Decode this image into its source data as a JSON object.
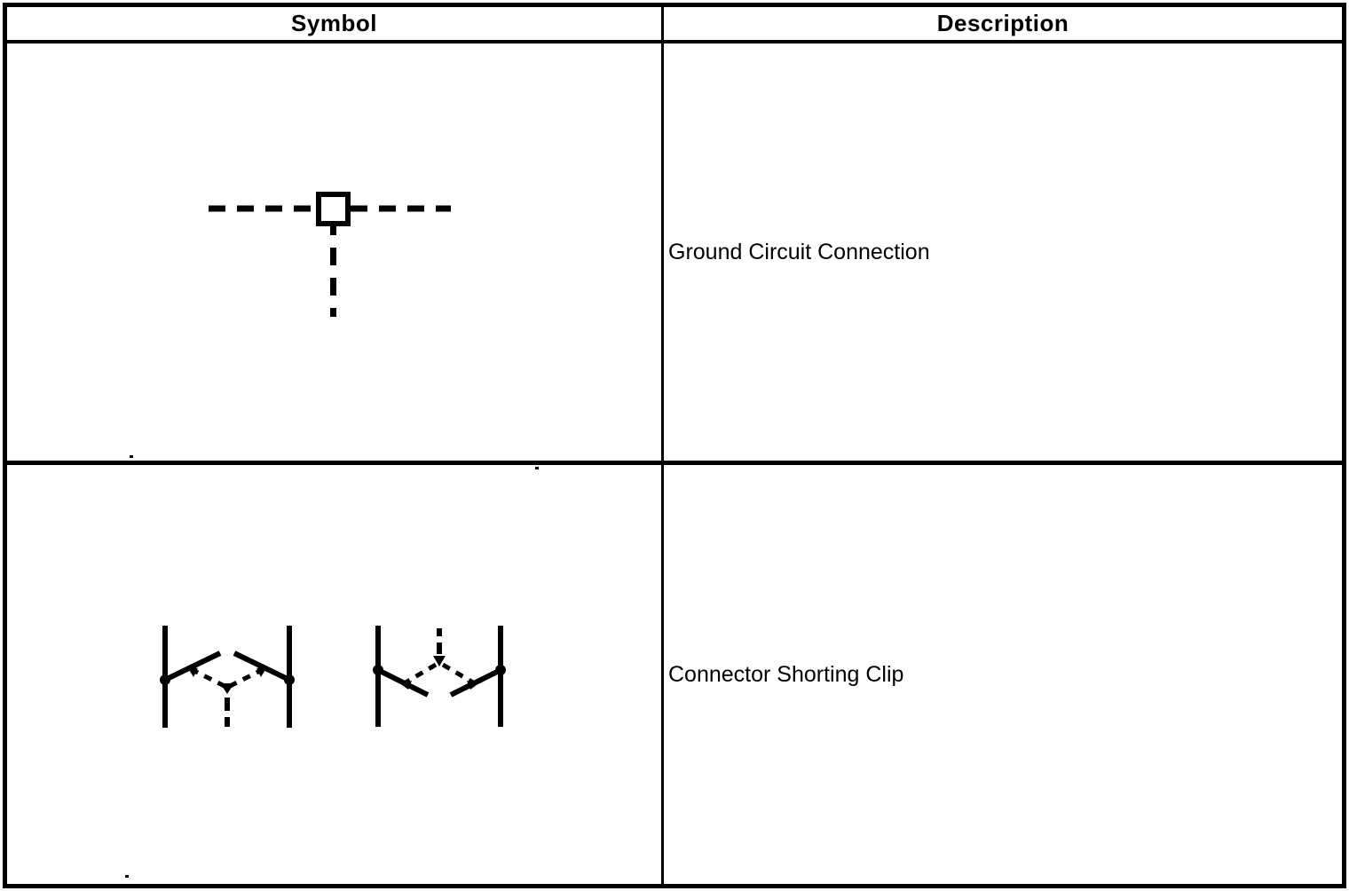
{
  "page": {
    "background": "#ffffff",
    "ink": "#000000"
  },
  "table": {
    "columns": [
      {
        "label": "Symbol"
      },
      {
        "label": "Description"
      }
    ],
    "rows": [
      {
        "symbol_icon": "ground-circuit-connection-symbol",
        "description": "Ground Circuit Connection"
      },
      {
        "symbol_icon": "connector-shorting-clip-symbols",
        "description": "Connector Shorting Clip"
      }
    ]
  }
}
